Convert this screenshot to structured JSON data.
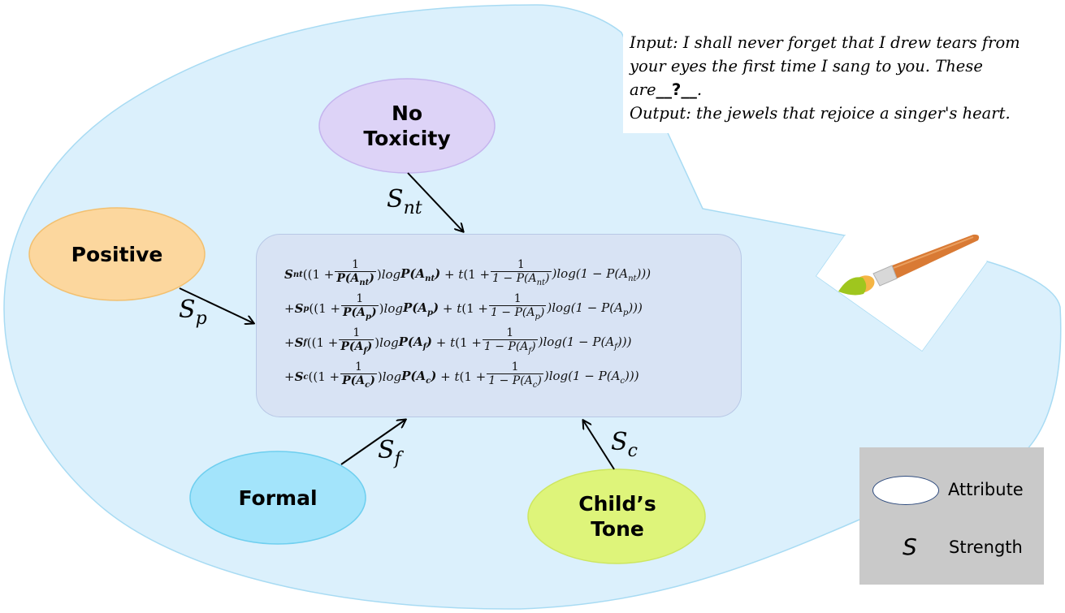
{
  "diagram": {
    "palette_colors": {
      "palette_fill": "#dbf0fc",
      "palette_stroke": "#a8dbf3",
      "formula_box_fill": "#d8e3f4",
      "legend_fill": "#c9c9c9"
    },
    "attributes": [
      {
        "id": "no_toxicity",
        "line1": "No",
        "line2": "Toxicity",
        "fill": "#ddd3f7",
        "stroke": "#c5b5ee",
        "strength": "S",
        "strength_sub": "nt"
      },
      {
        "id": "positive",
        "line1": "Positive",
        "line2": "",
        "fill": "#fcd79e",
        "stroke": "#f2c070",
        "strength": "S",
        "strength_sub": "p"
      },
      {
        "id": "formal",
        "line1": "Formal",
        "line2": "",
        "fill": "#a3e4fb",
        "stroke": "#6fcfef",
        "strength": "S",
        "strength_sub": "f"
      },
      {
        "id": "childs_tone",
        "line1": "Child’s",
        "line2": "Tone",
        "fill": "#def47a",
        "stroke": "#cde660",
        "strength": "S",
        "strength_sub": "c"
      }
    ],
    "formula": {
      "lines": [
        {
          "prefix": "",
          "s": "S",
          "sub": "nt",
          "num": "1",
          "log": "log",
          "t": "t",
          "one_minus": "1 − P(A",
          "close_log": ")log(1 − P(A"
        },
        {
          "prefix": "+ ",
          "s": "S",
          "sub": "p",
          "num": "1",
          "log": "log",
          "t": "t",
          "one_minus": "1 − P(A",
          "close_log": ")log(1 − P(A"
        },
        {
          "prefix": "+ ",
          "s": "S",
          "sub": "f",
          "num": "1",
          "log": "log",
          "t": "t",
          "one_minus": "1 − P(A",
          "close_log": ")log(1 − P(A"
        },
        {
          "prefix": "+ ",
          "s": "S",
          "sub": "c",
          "num": "1",
          "log": "log",
          "t": "t",
          "one_minus": "1 − P(A",
          "close_log": ")log(1 − P(A"
        }
      ]
    },
    "example": {
      "input_label": "Input",
      "input_text_1": ": I shall never forget that I drew tears from",
      "input_text_2": "your eyes the first time I sang to you. These",
      "input_text_3a": "are",
      "blank_left": "__",
      "blank_mark": "?",
      "blank_right": "__",
      "input_text_3b": ".",
      "output_label": "Output",
      "output_text": ": the jewels that rejoice a singer's heart."
    },
    "legend": {
      "attribute_label": "Attribute",
      "strength_symbol": "S",
      "strength_label": "Strength"
    },
    "icon": "paintbrush-icon"
  }
}
